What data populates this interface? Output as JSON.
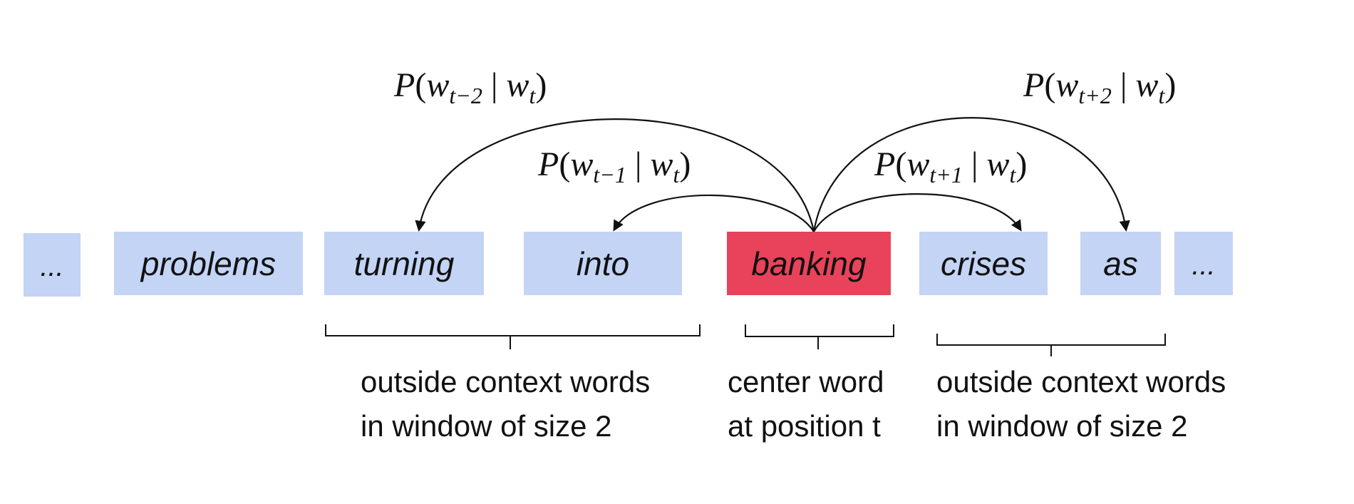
{
  "words": [
    {
      "text": "...",
      "role": "ellipsis"
    },
    {
      "text": "problems",
      "role": "context"
    },
    {
      "text": "turning",
      "role": "context"
    },
    {
      "text": "into",
      "role": "context"
    },
    {
      "text": "banking",
      "role": "center"
    },
    {
      "text": "crises",
      "role": "context"
    },
    {
      "text": "as",
      "role": "context"
    },
    {
      "text": "...",
      "role": "ellipsis"
    }
  ],
  "probabilities": [
    {
      "P": "P",
      "open": "(",
      "w": "w",
      "sub": "t−2",
      "bar": "|",
      "given": "w",
      "given_sub": "t",
      "close": ")"
    },
    {
      "P": "P",
      "open": "(",
      "w": "w",
      "sub": "t−1",
      "bar": "|",
      "given": "w",
      "given_sub": "t",
      "close": ")"
    },
    {
      "P": "P",
      "open": "(",
      "w": "w",
      "sub": "t+1",
      "bar": "|",
      "given": "w",
      "given_sub": "t",
      "close": ")"
    },
    {
      "P": "P",
      "open": "(",
      "w": "w",
      "sub": "t+2",
      "bar": "|",
      "given": "w",
      "given_sub": "t",
      "close": ")"
    }
  ],
  "captions": {
    "left": {
      "line1": "outside context words",
      "line2": "in window of size 2"
    },
    "center": {
      "line1": "center word",
      "line2": "at position t"
    },
    "right": {
      "line1": "outside context words",
      "line2": "in window of size 2"
    }
  },
  "colors": {
    "context_box": "#c3d4f5",
    "center_box": "#e8435a",
    "ink": "#111111"
  }
}
